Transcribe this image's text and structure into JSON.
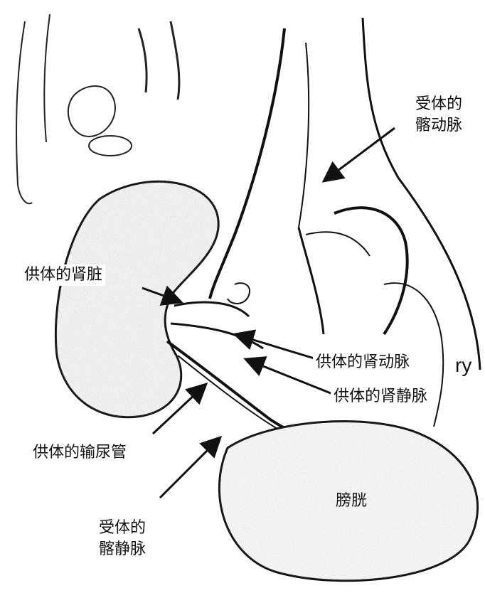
{
  "labels": {
    "recipient_iliac_artery": [
      "受体的",
      "髂动脉"
    ],
    "donor_kidney": "供体的肾脏",
    "donor_renal_artery": "供体的肾动脉",
    "donor_renal_vein": "供体的肾静脉",
    "donor_ureter": "供体的输尿管",
    "bladder": "膀胱",
    "recipient_iliac_vein": [
      "受体的",
      "髂静脉"
    ],
    "partial_text_fragment": "ry"
  },
  "colors": {
    "ink": "#111111",
    "paper": "#ffffff",
    "shade": "#6b6b6b"
  }
}
